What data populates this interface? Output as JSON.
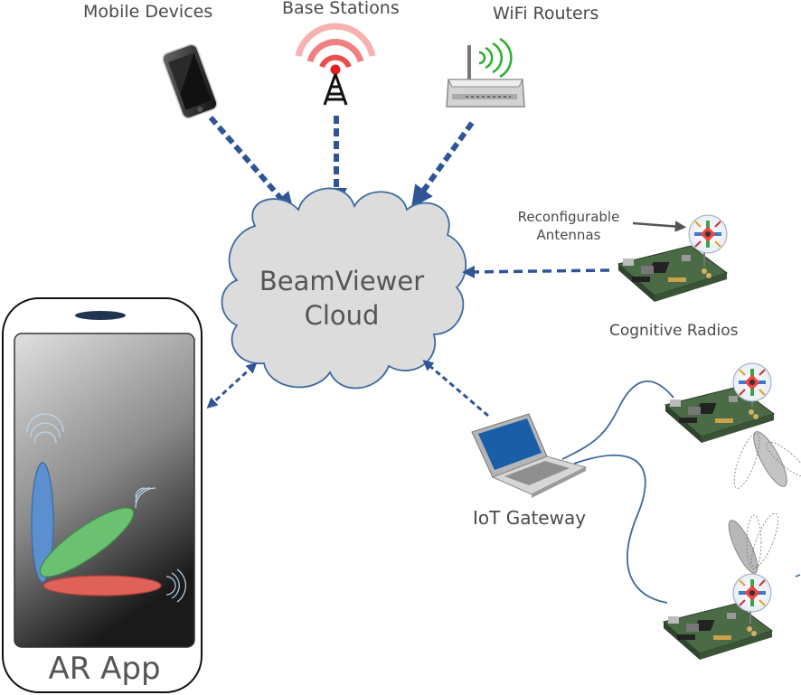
{
  "diagram": {
    "top_labels": {
      "mobile_devices": "Mobile Devices",
      "base_stations": "Base Stations",
      "wifi_routers": "WiFi Routers"
    },
    "cloud": {
      "line1": "BeamViewer",
      "line2": "Cloud"
    },
    "reconfigurable": {
      "line1": "Reconfigurable",
      "line2": "Antennas"
    },
    "cognitive_radios": "Cognitive Radios",
    "iot_gateway": "IoT Gateway",
    "ar_app": "AR App",
    "colors": {
      "arrow": "#2f5597",
      "cloud_fill": "#dcdcdc",
      "cloud_stroke": "#3d6a9e",
      "beam_blue": "#5b8fd0",
      "beam_green": "#6cc072",
      "beam_red": "#de6257",
      "board_green": "#4a6b45"
    },
    "icons": [
      "smartphone-icon",
      "cell-tower-icon",
      "wifi-router-icon",
      "laptop-icon",
      "radio-board-icon",
      "antenna-icon"
    ]
  }
}
